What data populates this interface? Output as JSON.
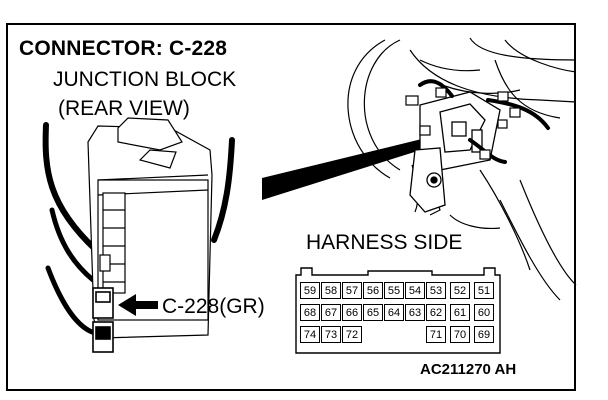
{
  "title": "CONNECTOR: C-228",
  "junction_block_label_line1": "JUNCTION BLOCK",
  "junction_block_label_line2": "(REAR VIEW)",
  "harness_side_label": "HARNESS SIDE",
  "connector_callout": "C-228(GR)",
  "figure_code": "AC211270 AH",
  "connector_pins": {
    "row1": [
      "59",
      "58",
      "57",
      "56",
      "55",
      "54",
      "53",
      "52",
      "51"
    ],
    "row2": [
      "68",
      "67",
      "66",
      "65",
      "64",
      "63",
      "62",
      "61",
      "60"
    ],
    "row3_left": [
      "74",
      "73",
      "72"
    ],
    "row3_right": [
      "71",
      "70",
      "69"
    ]
  }
}
